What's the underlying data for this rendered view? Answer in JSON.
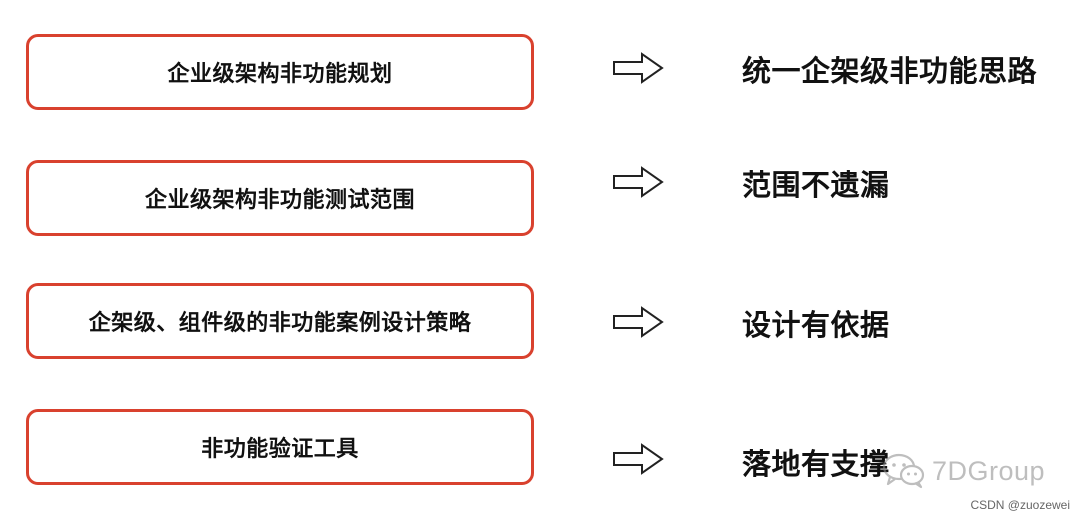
{
  "rows": [
    {
      "left": "企业级架构非功能规划",
      "right": "统一企架级非功能思路"
    },
    {
      "left": "企业级架构非功能测试范围",
      "right": "范围不遗漏"
    },
    {
      "left": "企架级、组件级的非功能案例设计策略",
      "right": "设计有依据"
    },
    {
      "left": "非功能验证工具",
      "right": "落地有支撑"
    }
  ],
  "arrow_icon": "hollow-right-arrow-icon",
  "accent_color": "#d9412e",
  "watermark": {
    "icon": "wechat-icon",
    "text": "7DGroup"
  },
  "footer": {
    "text": "CSDN @zuozewei"
  }
}
